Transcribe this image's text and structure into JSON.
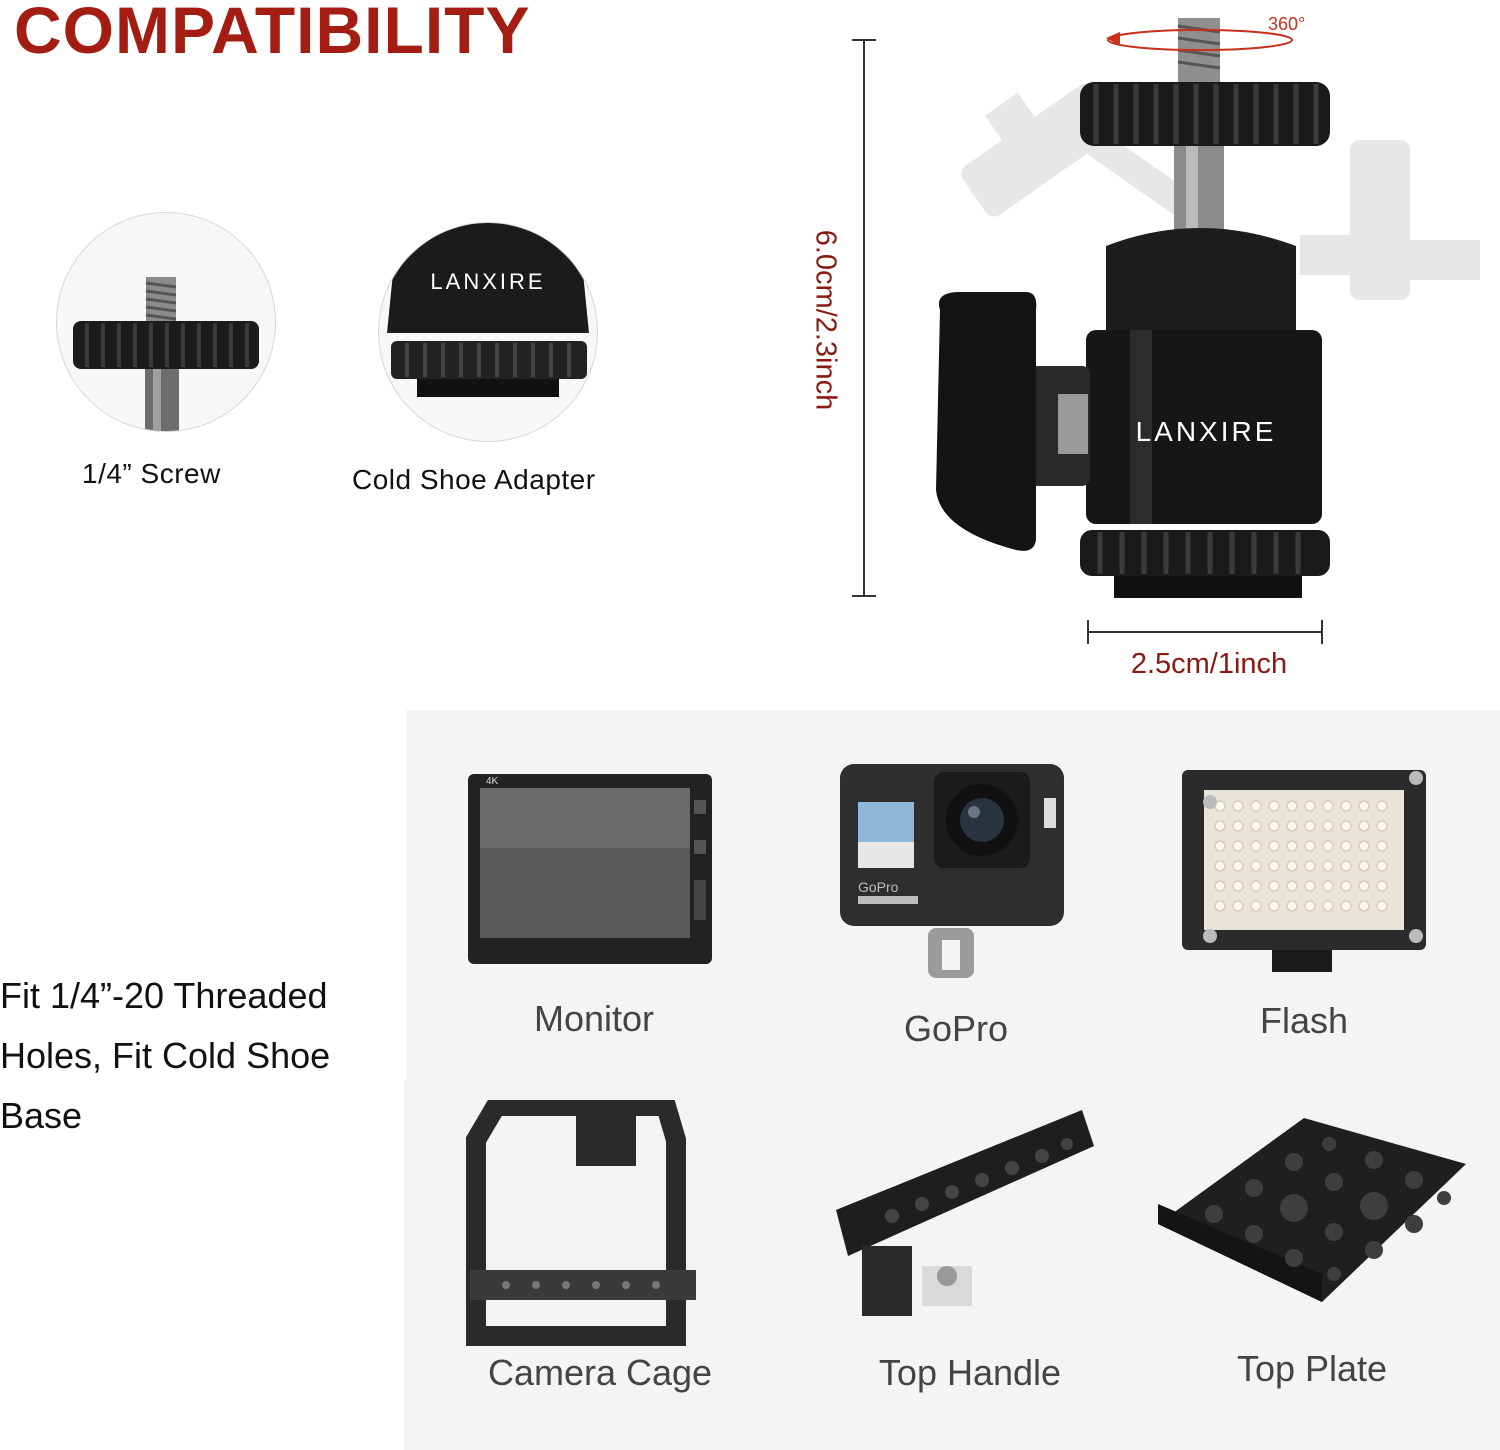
{
  "header": {
    "title": "COMPATIBILITY"
  },
  "insets": {
    "screw": {
      "label": "1/4” Screw"
    },
    "cold_shoe": {
      "label": "Cold Shoe Adapter",
      "logo": "LANXIRE"
    }
  },
  "product": {
    "logo": "LANXIRE",
    "rotation_label": "360°",
    "height_label": "6.0cm/2.3inch",
    "width_label": "2.5cm/1inch"
  },
  "compat": {
    "description": "Fit 1/4”-20 Threaded Holes, Fit Cold Shoe Base",
    "items": [
      {
        "label": "Monitor"
      },
      {
        "label": "GoPro"
      },
      {
        "label": "Flash"
      },
      {
        "label": "Camera Cage"
      },
      {
        "label": "Top Handle"
      },
      {
        "label": "Top Plate"
      }
    ]
  },
  "colors": {
    "accent": "#a31d12",
    "dimension": "#8a1a10"
  }
}
